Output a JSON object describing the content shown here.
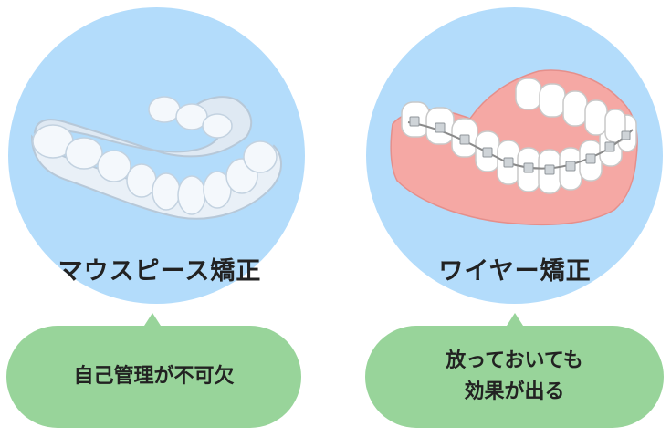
{
  "colors": {
    "circle": "#b3dcfb",
    "bubble": "#98d49a",
    "gum": "#f5a8a4",
    "tooth": "#ffffff",
    "aligner": "#e6eef6",
    "text": "#222222"
  },
  "left": {
    "title": "マウスピース矯正",
    "bubble_text": "自己管理が不可欠",
    "illustration": "clear-aligner-icon"
  },
  "right": {
    "title": "ワイヤー矯正",
    "bubble_line1": "放っておいても",
    "bubble_line2": "効果が出る",
    "illustration": "wire-braces-icon"
  }
}
